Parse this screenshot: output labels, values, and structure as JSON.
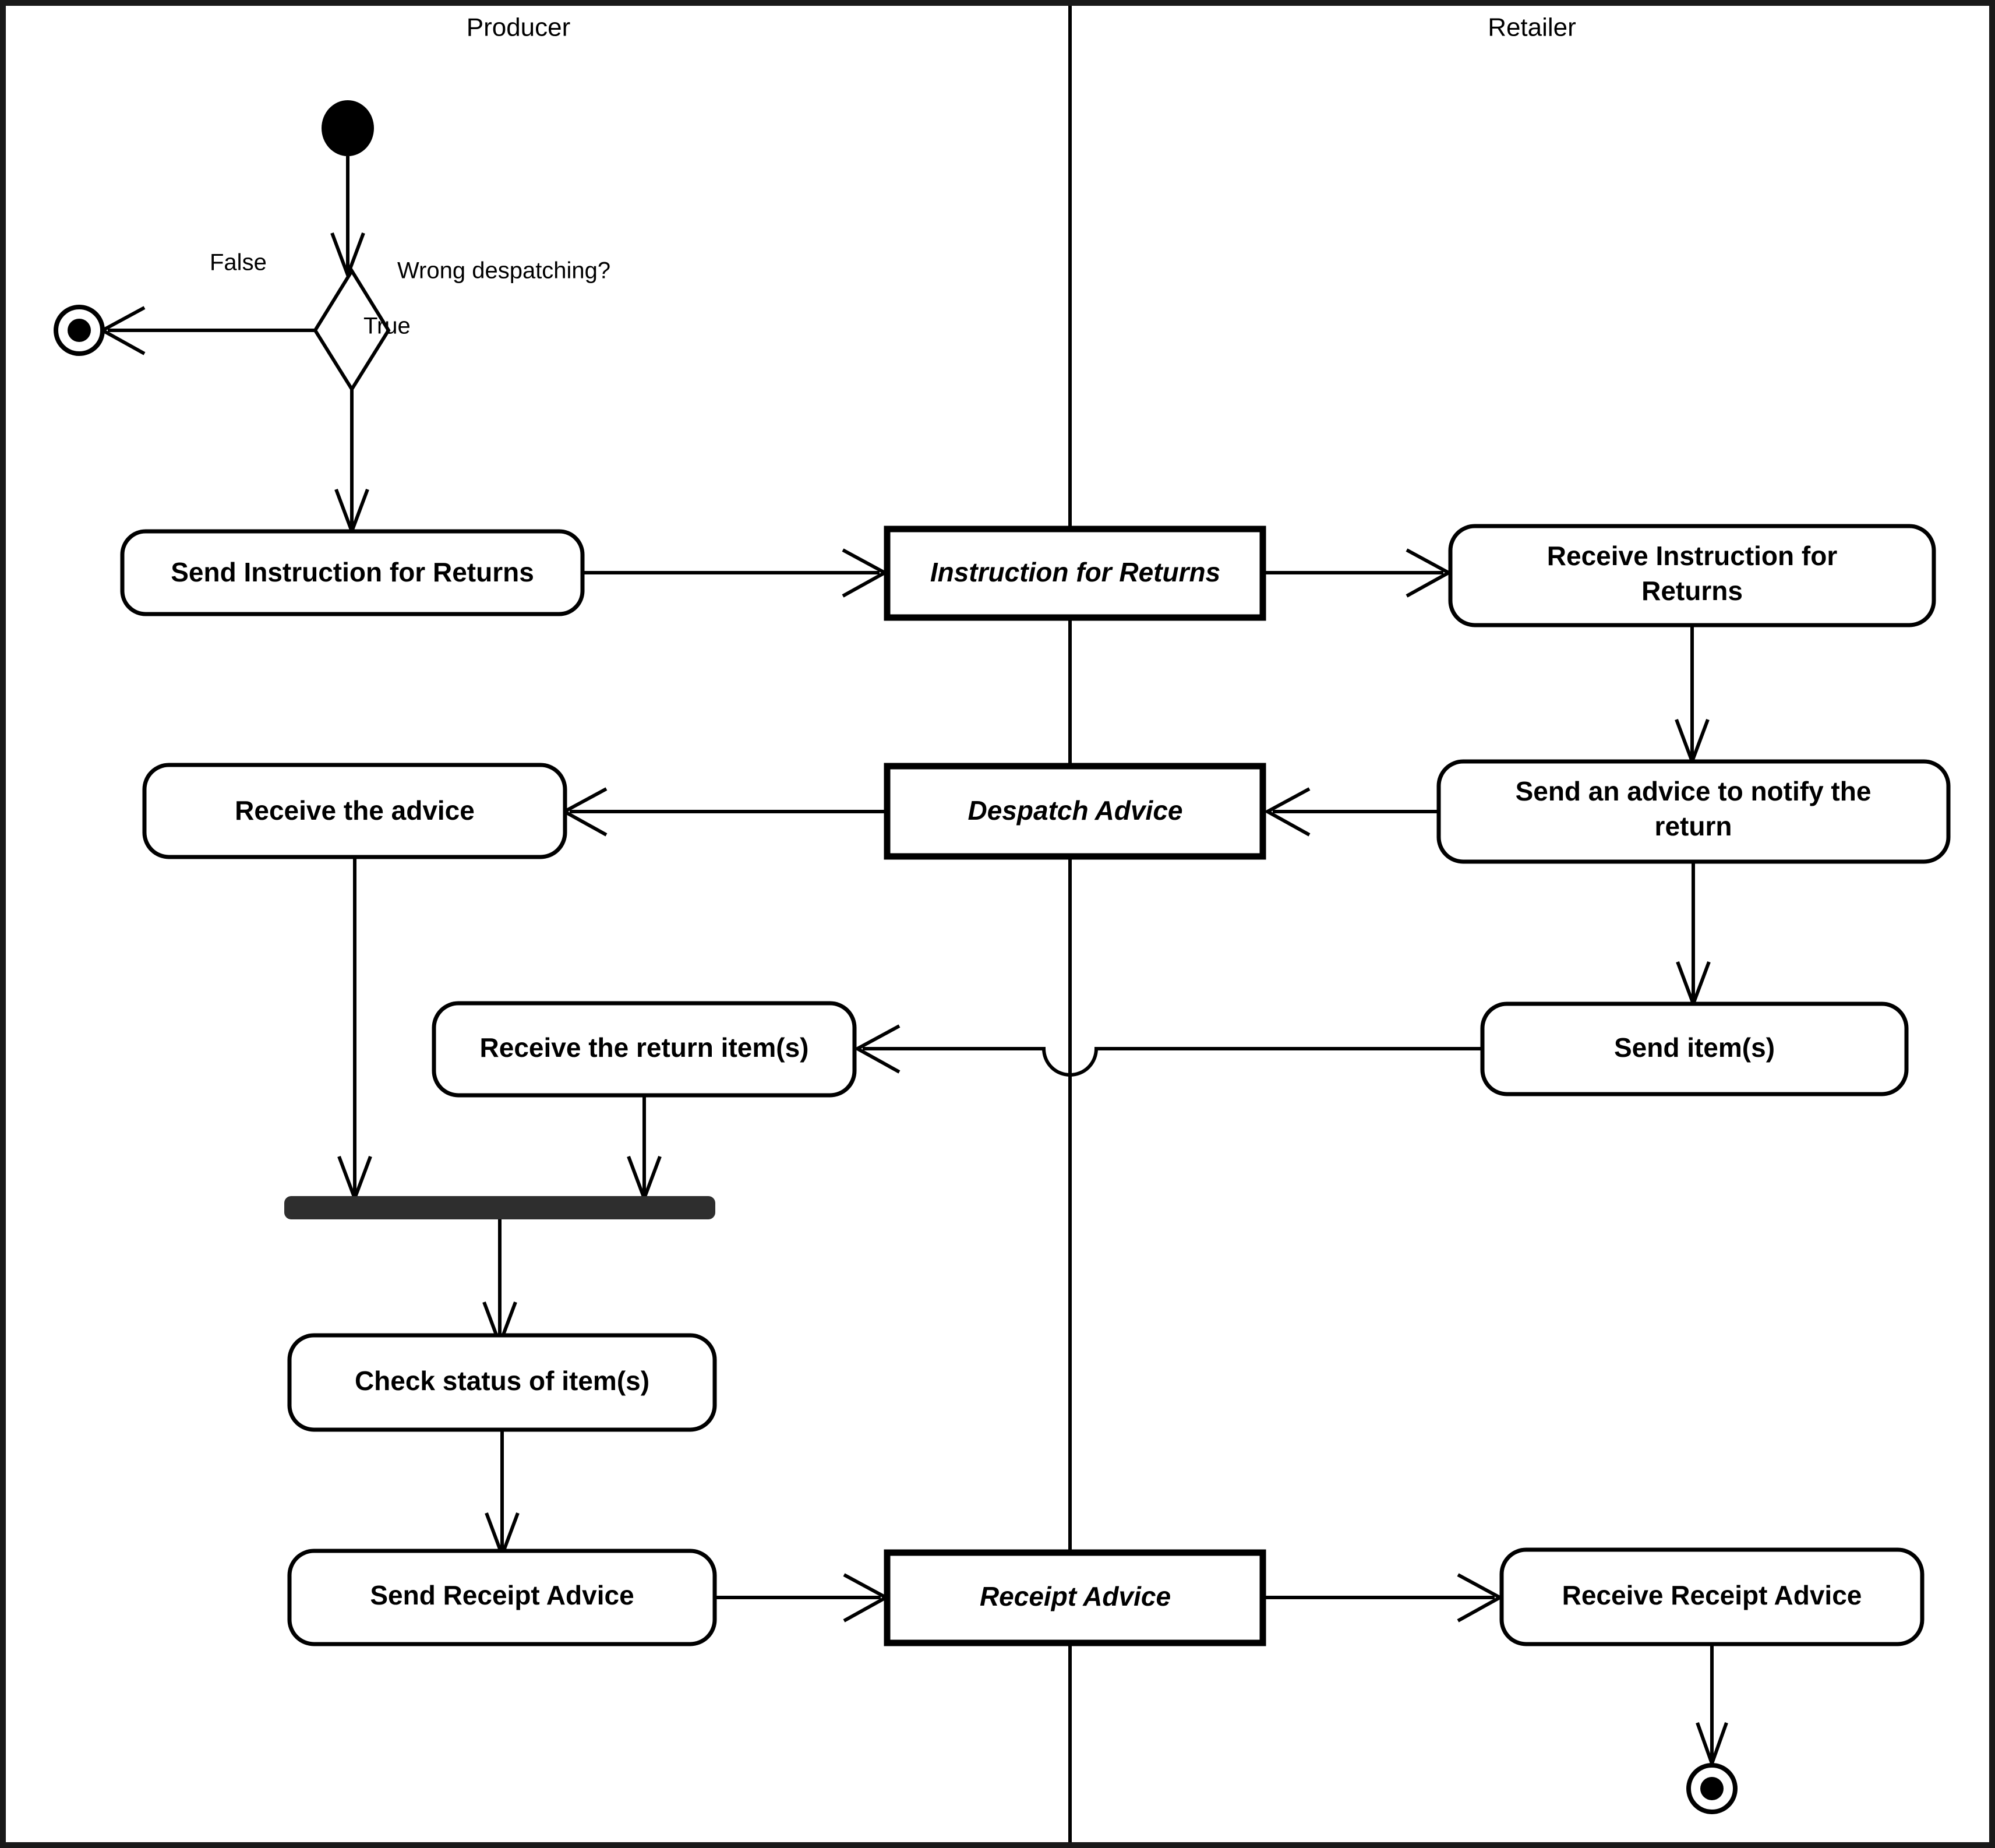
{
  "diagram": {
    "kind": "uml-activity-diagram",
    "title": "",
    "lanes": [
      {
        "id": "producer",
        "label": "Producer"
      },
      {
        "id": "retailer",
        "label": "Retailer"
      }
    ],
    "nodes": {
      "initial": {
        "type": "initial-node",
        "label": ""
      },
      "decision": {
        "type": "decision-node",
        "label": "Wrong despatching?"
      },
      "final_left": {
        "type": "final-node",
        "label": ""
      },
      "final_right": {
        "type": "final-node",
        "label": ""
      },
      "join_bar": {
        "type": "join-node",
        "label": ""
      },
      "a1": {
        "type": "action",
        "label": "Send Instruction for Returns"
      },
      "a2": {
        "type": "action",
        "label": "Receive the advice"
      },
      "a3": {
        "type": "action",
        "label": "Receive the return item(s)"
      },
      "a4": {
        "type": "action",
        "label": "Check status of item(s)"
      },
      "a5": {
        "type": "action",
        "label": "Send Receipt Advice"
      },
      "b1": {
        "type": "action",
        "label": "Receive Instruction for"
      },
      "b1b": {
        "type": "action",
        "label": "Returns"
      },
      "b2": {
        "type": "action",
        "label": "Send an advice to notify the"
      },
      "b2b": {
        "type": "action",
        "label": "return"
      },
      "b3": {
        "type": "action",
        "label": "Send item(s)"
      },
      "b4": {
        "type": "action",
        "label": "Receive Receipt Advice"
      },
      "s1": {
        "type": "signal",
        "label": "Instruction for Returns"
      },
      "s2": {
        "type": "signal",
        "label": "Despatch Advice"
      },
      "s3": {
        "type": "signal",
        "label": "Receipt Advice"
      }
    },
    "guards": {
      "false": "False",
      "true": "True"
    },
    "colors": {
      "stroke": "#000000",
      "fill": "#ffffff",
      "bar": "#2e2e2e",
      "frame": "#191919"
    }
  }
}
